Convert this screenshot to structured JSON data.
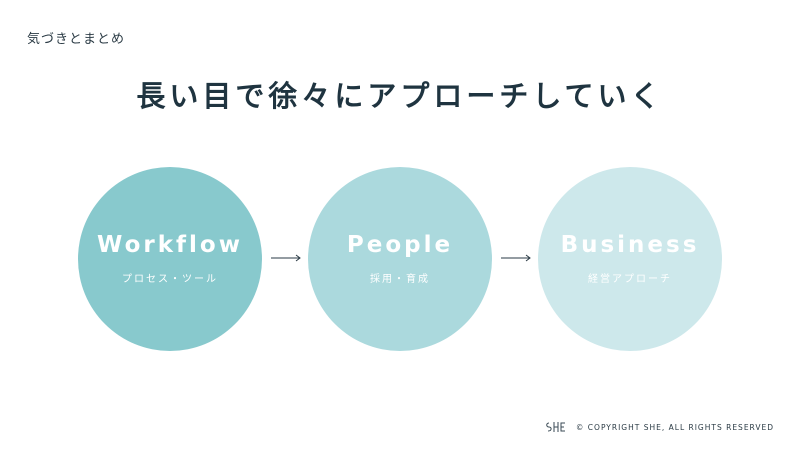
{
  "slide": {
    "section_label": "気づきとまとめ",
    "headline": "長い目で徐々にアプローチしていく"
  },
  "circles": [
    {
      "title": "Workflow",
      "subtitle": "プロセス・ツール",
      "color": "#88c9cd"
    },
    {
      "title": "People",
      "subtitle": "採用・育成",
      "color": "#abd9dd"
    },
    {
      "title": "Business",
      "subtitle": "経営アプローチ",
      "color": "#cde8eb"
    }
  ],
  "footer": {
    "logo_text": "SHE",
    "copyright": "© COPYRIGHT SHE, ALL RIGHTS RESERVED"
  },
  "icons": [
    "arrow-right-icon",
    "arrow-right-icon",
    "she-logo-icon"
  ],
  "colors": {
    "text_dark": "#1f3440",
    "text_muted": "#2a3a44",
    "background": "#ffffff"
  }
}
